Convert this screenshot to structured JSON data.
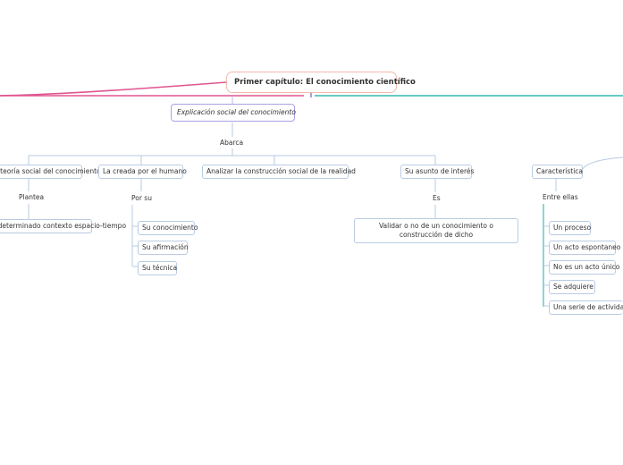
{
  "root": {
    "title": "Primer capítulo: El conocimiento científico"
  },
  "explicacion": "Explicación social del conocimiento",
  "abarca": "Abarca",
  "branches": [
    {
      "label": "La teoría social del conocimiento",
      "connector": "Plantea",
      "children": [
        "Un determinado contexto espacio-tiempo"
      ]
    },
    {
      "label": "La creada por el humano",
      "connector": "Por su",
      "children": [
        "Su conocimiento",
        "Su afirmación",
        "Su técnica"
      ]
    },
    {
      "label": "Analizar la construcción social de la realidad",
      "connector": "",
      "children": []
    },
    {
      "label": "Su asunto de interés",
      "connector": "Es",
      "children": [
        "Validar o no de un conocimiento o construcción de dicho"
      ]
    },
    {
      "label": "Característica",
      "connector": "Entre ellas",
      "children": [
        "Un proceso",
        "Un acto espontaneo",
        "No es un acto único",
        "Se adquiere",
        "Una serie de actividades"
      ]
    }
  ],
  "colors": {
    "left_line": "#e0558f",
    "right_line": "#35b8b0",
    "center_line": "#8f87e0",
    "tree_line": "#b9cbe3",
    "list_line": "#5fc2c2"
  }
}
